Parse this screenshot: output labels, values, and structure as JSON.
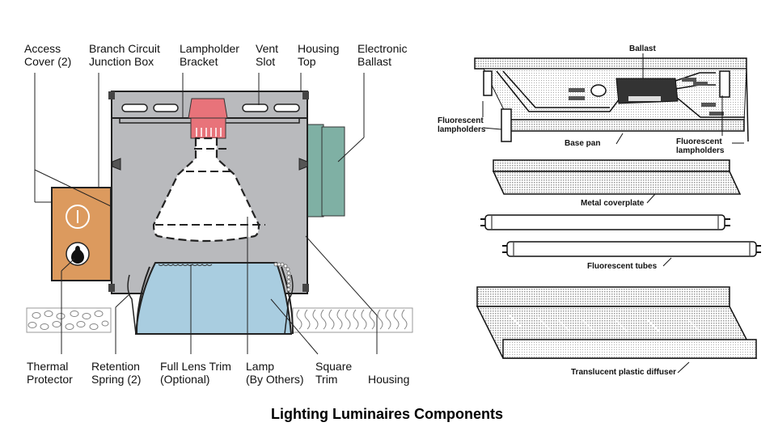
{
  "caption": "Lighting Luminaires Components",
  "left_diagram": {
    "title": "Recessed downlight cutaway",
    "top_labels": [
      {
        "id": "access-cover",
        "lines": [
          "Access",
          "Cover (2)"
        ]
      },
      {
        "id": "junction-box",
        "lines": [
          "Branch Circuit",
          "Junction Box"
        ]
      },
      {
        "id": "lampholder-bracket",
        "lines": [
          "Lampholder",
          "Bracket"
        ]
      },
      {
        "id": "vent-slot",
        "lines": [
          "Vent",
          "Slot"
        ]
      },
      {
        "id": "housing-top",
        "lines": [
          "Housing",
          "Top"
        ]
      },
      {
        "id": "electronic-ballast",
        "lines": [
          "Electronic",
          "Ballast"
        ]
      }
    ],
    "bottom_labels": [
      {
        "id": "thermal-protector",
        "lines": [
          "Thermal",
          "Protector"
        ]
      },
      {
        "id": "retention-spring",
        "lines": [
          "Retention",
          "Spring (2)"
        ]
      },
      {
        "id": "full-lens-trim",
        "lines": [
          "Full Lens Trim",
          "(Optional)"
        ]
      },
      {
        "id": "lamp",
        "lines": [
          "Lamp",
          "(By Others)"
        ]
      },
      {
        "id": "square-trim",
        "lines": [
          "Square",
          "Trim"
        ]
      },
      {
        "id": "housing",
        "lines": [
          "",
          "Housing"
        ]
      }
    ],
    "colors": {
      "housing": "#b9babd",
      "junction_box": "#dc9a5e",
      "lampholder": "#e8737a",
      "ballast": "#7fb0a4",
      "trim": "#a9cde0"
    }
  },
  "right_diagram": {
    "title": "Fluorescent troffer exploded view",
    "labels": {
      "ballast": "Ballast",
      "lampholders_left": [
        "Fluorescent",
        "lampholders"
      ],
      "base_pan": "Base pan",
      "lampholders_right": [
        "Fluorescent",
        "lampholders"
      ],
      "metal_coverplate": "Metal coverplate",
      "fluorescent_tubes": "Fluorescent tubes",
      "diffuser": "Translucent plastic diffuser"
    }
  }
}
